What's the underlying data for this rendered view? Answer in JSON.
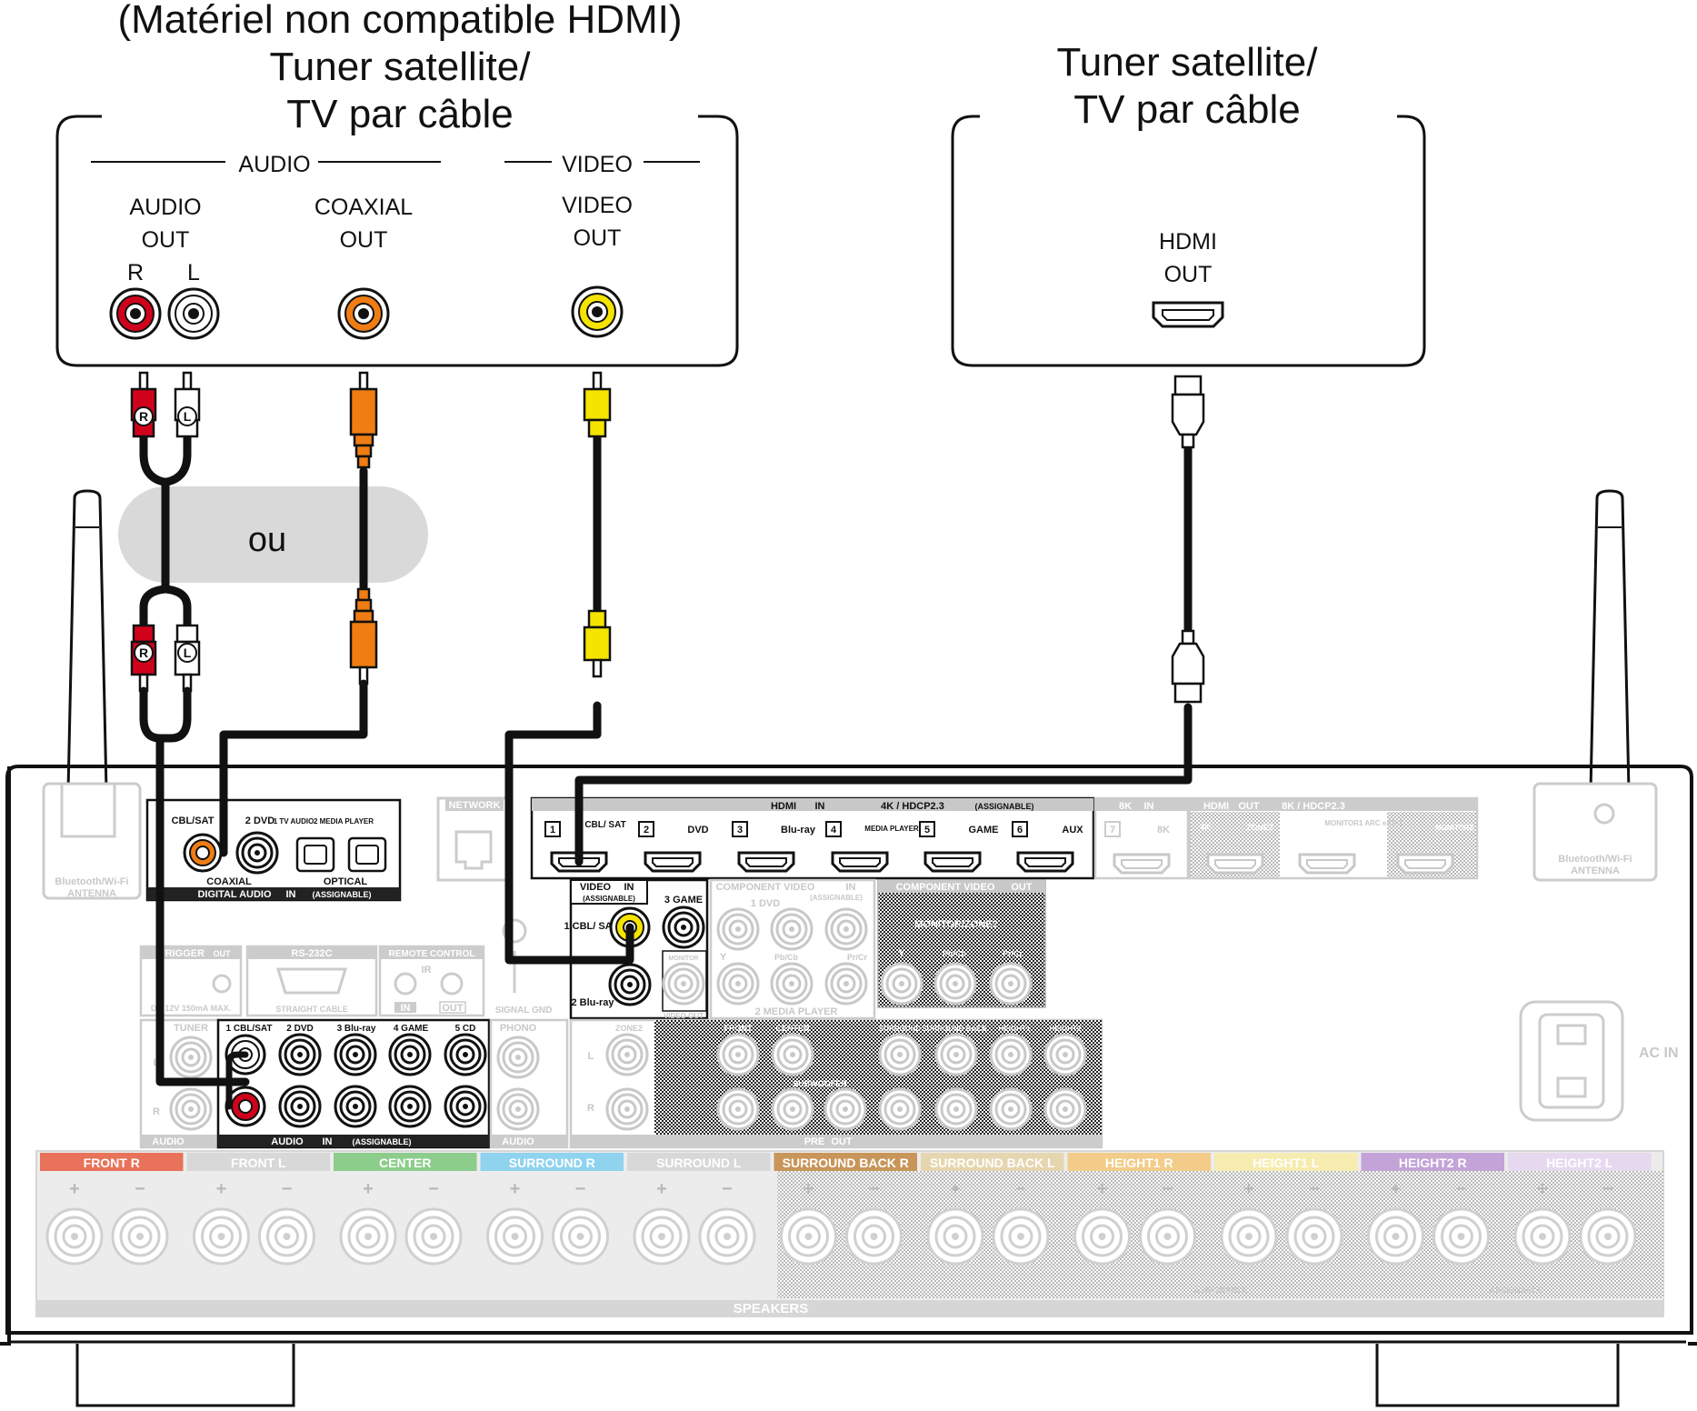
{
  "source_left": {
    "title_lines": [
      "(Matériel non compatible HDMI)",
      "Tuner satellite/",
      "TV par câble"
    ],
    "groups": {
      "audio": "AUDIO",
      "video": "VIDEO"
    },
    "jacks": {
      "audio_out": [
        "AUDIO",
        "OUT"
      ],
      "coaxial_out": [
        "COAXIAL",
        "OUT"
      ],
      "video_out": [
        "VIDEO",
        "OUT"
      ],
      "r": "R",
      "l": "L"
    },
    "plug_labels": {
      "r": "R",
      "l": "L"
    }
  },
  "source_right": {
    "title_lines": [
      "Tuner satellite/",
      "TV par câble"
    ],
    "jack": [
      "HDMI",
      "OUT"
    ]
  },
  "alt_label": "ou",
  "receiver": {
    "antenna_left": [
      "Bluetooth/Wi-Fi",
      "ANTENNA"
    ],
    "antenna_right": [
      "Bluetooth/Wi-Fi",
      "ANTENNA"
    ],
    "network": "NETWORK",
    "digital_audio": {
      "inputs": [
        "CBL/SAT",
        "2 DVD",
        "1 TV AUDIO",
        "2 MEDIA PLAYER"
      ],
      "coaxial": "COAXIAL",
      "optical": "OPTICAL",
      "footer": "DIGITAL AUDIO",
      "in": "IN",
      "assignable": "(ASSIGNABLE)"
    },
    "hdmi_in": {
      "header": "HDMI",
      "in": "IN",
      "spec": "4K / HDCP2.3",
      "assignable": "(ASSIGNABLE)",
      "ports": [
        {
          "num": "1",
          "label": "CBL/ SAT"
        },
        {
          "num": "2",
          "label": "DVD"
        },
        {
          "num": "3",
          "label": "Blu-ray"
        },
        {
          "num": "4",
          "label": "MEDIA PLAYER"
        },
        {
          "num": "5",
          "label": "GAME"
        },
        {
          "num": "6",
          "label": "AUX"
        }
      ],
      "port7": {
        "num": "7",
        "label": "8K",
        "header": "8K",
        "in": "IN"
      }
    },
    "hdmi_out": {
      "header": "HDMI",
      "out": "OUT",
      "spec": "8K / HDCP2.3",
      "labels": [
        "4K",
        "ZONE2",
        "MONITOR1 ARC eARC",
        "MONITOR2"
      ]
    },
    "video_in": {
      "header": "VIDEO",
      "in": "IN",
      "assignable": "(ASSIGNABLE)",
      "inputs": [
        "1 CBL/ SAT",
        "2 Blu-ray",
        "3 GAME"
      ],
      "monitor": "MONITOR",
      "video_out": "VIDEO OUT"
    },
    "component_in": {
      "header": "COMPONENT VIDEO",
      "in": "IN",
      "assignable": "(ASSIGNABLE)",
      "rows": [
        "1 DVD",
        "2 MEDIA PLAYER"
      ],
      "cols": [
        "Y",
        "Pb/Cb",
        "Pr/Cr"
      ]
    },
    "component_out": {
      "header": "COMPONENT VIDEO",
      "out": "OUT",
      "sub": "MONITOR/ZONE2",
      "cols": [
        "Y",
        "Pb/Cb",
        "Pr/Cr"
      ]
    },
    "trigger": {
      "header": "TRIGGER",
      "out": "OUT",
      "note": "DC 12V 150mA MAX."
    },
    "rs232c": {
      "header": "RS-232C",
      "note": "STRAIGHT CABLE"
    },
    "remote": {
      "header": "REMOTE CONTROL",
      "ir": "IR",
      "in": "IN",
      "out": "OUT"
    },
    "signal_gnd": "SIGNAL GND",
    "audio_in": {
      "inputs": [
        "1 CBL/SAT",
        "2 DVD",
        "3 Blu-ray",
        "4 GAME",
        "5 CD"
      ],
      "footer": "AUDIO",
      "in": "IN",
      "assignable": "(ASSIGNABLE)",
      "tuner": "TUNER",
      "phono": "PHONO",
      "l": "L",
      "r": "R",
      "tuner_footer": "AUDIO",
      "phono_footer": "AUDIO"
    },
    "pre_out": {
      "labels": [
        "ZONE2",
        "FRONT",
        "CENTER",
        "SURROUND",
        "SURROUND BACK",
        "HEIGHT1",
        "HEIGHT2",
        "SUBWOOFER"
      ],
      "footer": "PRE",
      "out": "OUT"
    },
    "speakers": {
      "terminals": [
        {
          "label": "FRONT",
          "side": "R",
          "color": "#e8735a"
        },
        {
          "label": "FRONT",
          "side": "L",
          "color": "#d8d8d8"
        },
        {
          "label": "CENTER",
          "side": "",
          "color": "#8ccd8c"
        },
        {
          "label": "SURROUND",
          "side": "R",
          "color": "#8fd3ee"
        },
        {
          "label": "SURROUND",
          "side": "L",
          "color": "#d8d8d8"
        },
        {
          "label": "SURROUND BACK",
          "side": "R",
          "color": "#c8965a"
        },
        {
          "label": "SURROUND BACK",
          "side": "L",
          "color": "#e6d6b0"
        },
        {
          "label": "HEIGHT1",
          "side": "R",
          "color": "#f2cc88"
        },
        {
          "label": "HEIGHT1",
          "side": "L",
          "color": "#f6ecb0"
        },
        {
          "label": "HEIGHT2",
          "side": "R",
          "color": "#c3a3d8"
        },
        {
          "label": "HEIGHT2",
          "side": "L",
          "color": "#e6d9ef"
        }
      ],
      "assignable": "ASSIGNABLE",
      "footer": "SPEAKERS"
    },
    "ac_in": "AC IN"
  },
  "colors": {
    "rca_red": "#d0021b",
    "rca_white": "#ffffff",
    "coaxial_orange": "#ef7d13",
    "video_yellow": "#f4e400",
    "cable": "#111111",
    "panel_gray": "#cccccc",
    "alt_bubble": "#d9d9d9"
  }
}
